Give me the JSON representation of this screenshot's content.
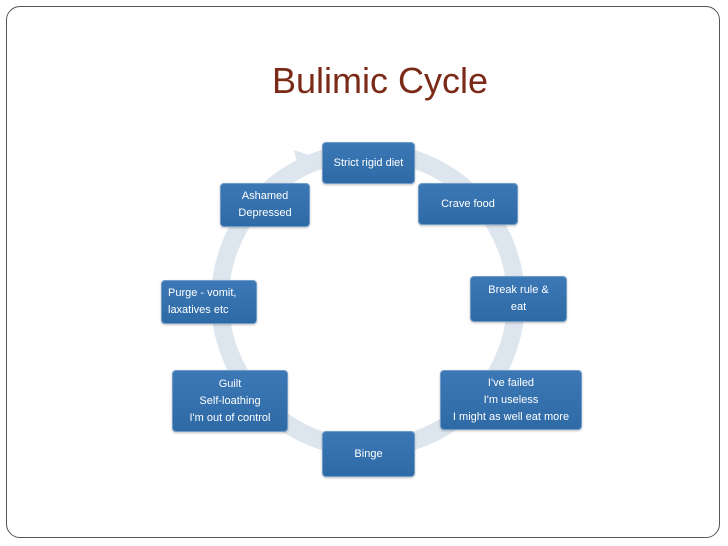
{
  "slide": {
    "title": "Bulimic Cycle"
  },
  "diagram": {
    "nodes": {
      "strict_diet": {
        "lines": [
          "Strict rigid diet"
        ]
      },
      "crave_food": {
        "lines": [
          "Crave food"
        ]
      },
      "break_rule": {
        "lines": [
          "Break rule &",
          "eat"
        ]
      },
      "failed": {
        "lines": [
          "I've failed",
          "I'm useless",
          "I might as well eat more"
        ]
      },
      "binge": {
        "lines": [
          "Binge"
        ]
      },
      "guilt": {
        "lines": [
          "Guilt",
          "Self-loathing",
          "I'm out of control"
        ]
      },
      "purge": {
        "lines": [
          "Purge - vomit,",
          "laxatives etc"
        ]
      },
      "ashamed": {
        "lines": [
          "Ashamed",
          "Depressed"
        ]
      }
    },
    "colors": {
      "node_fill": "#2e6aa6",
      "ring": "#dde5ef",
      "title": "#7a2a16"
    }
  }
}
